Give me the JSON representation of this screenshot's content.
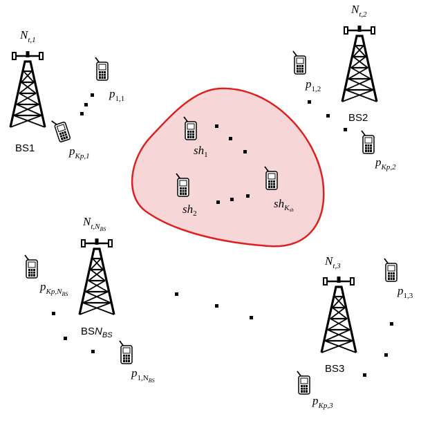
{
  "base_stations": [
    {
      "label": "BS1",
      "antenna": {
        "sym": "N",
        "sub": "t,1"
      }
    },
    {
      "label": "BS2",
      "antenna": {
        "sym": "N",
        "sub": "t,2"
      }
    },
    {
      "label": "BS3",
      "antenna": {
        "sym": "N",
        "sub": "t,3"
      }
    },
    {
      "label": "BS",
      "label_sub": "N",
      "label_subsub": "BS",
      "antenna": {
        "sym": "N",
        "sub": "t,N",
        "subsub": "BS"
      }
    }
  ],
  "users": {
    "p11": {
      "sym": "p",
      "sub": "1,1"
    },
    "pK1": {
      "sym": "p",
      "sub": "Kp,1"
    },
    "p12": {
      "sym": "p",
      "sub": "1,2"
    },
    "pK2": {
      "sym": "p",
      "sub": "Kp,2"
    },
    "p13": {
      "sym": "p",
      "sub": "1,3"
    },
    "pK3": {
      "sym": "p",
      "sub": "Kp,3"
    },
    "p1N": {
      "sym": "p",
      "sub": "1,N",
      "subsub": "BS"
    },
    "pKN": {
      "sym": "p",
      "sub": "Kp,N",
      "subsub": "BS"
    }
  },
  "shared_users": {
    "sh1": {
      "sym": "sh",
      "sub": "1"
    },
    "sh2": {
      "sym": "sh",
      "sub": "2"
    },
    "shK": {
      "sym": "sh",
      "sub": "K",
      "subsub": "sh"
    }
  },
  "colors": {
    "shared_region_fill": "#f6d6d6",
    "shared_region_stroke": "#dd1f1f",
    "ink": "#000000"
  }
}
